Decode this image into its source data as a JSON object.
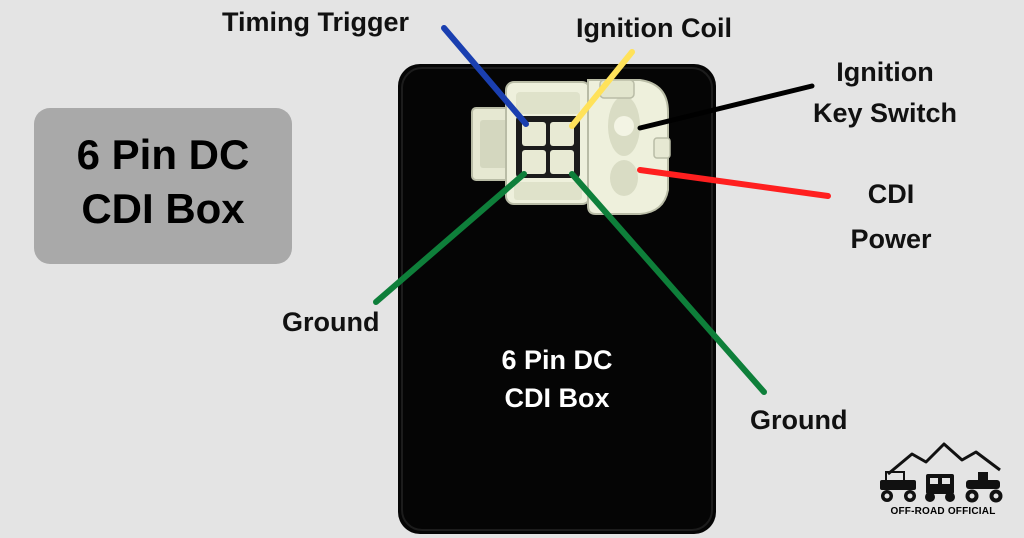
{
  "title": {
    "line1": "6 Pin DC",
    "line2": "CDI Box"
  },
  "device": {
    "line1": "6 Pin DC",
    "line2": "CDI Box"
  },
  "labels": {
    "timing_trigger": "Timing Trigger",
    "ignition_coil": "Ignition Coil",
    "ignition_key_switch_1": "Ignition",
    "ignition_key_switch_2": "Key Switch",
    "cdi_power_1": "CDI",
    "cdi_power_2": "Power",
    "ground_left": "Ground",
    "ground_right": "Ground"
  },
  "wire_colors": {
    "timing_trigger": "#1a3fb0",
    "ignition_coil": "#ffe25a",
    "ignition_key_switch": "#000000",
    "cdi_power": "#ff1f1f",
    "ground": "#0e7f3a"
  },
  "logo": {
    "text": "OFF-ROAD OFFICIAL",
    "icon": "off-road-vehicles-logo"
  }
}
